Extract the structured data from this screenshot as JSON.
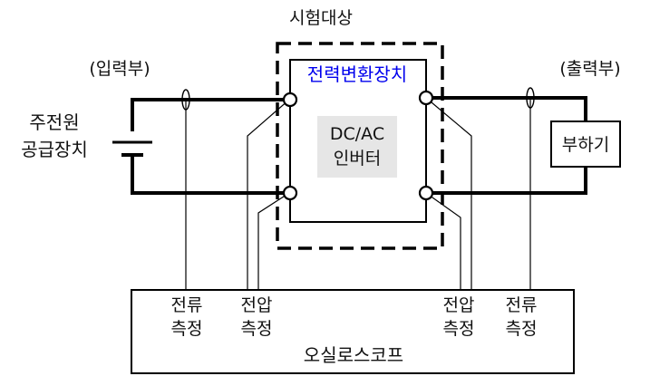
{
  "test_target_label": "시험대상",
  "input_section_label": "(입력부)",
  "output_section_label": "(출력부)",
  "main_power": {
    "line1": "주전원",
    "line2": "공급장치"
  },
  "converter_label": "전력변환장치",
  "dcac": {
    "line1": "DC/AC",
    "line2": "인버터"
  },
  "load_label": "부하기",
  "oscilloscope": {
    "label": "오실로스코프",
    "channels": [
      {
        "line1": "전류",
        "line2": "측정"
      },
      {
        "line1": "전압",
        "line2": "측정"
      },
      {
        "line1": "전압",
        "line2": "측정"
      },
      {
        "line1": "전류",
        "line2": "측정"
      }
    ]
  },
  "colors": {
    "converter_title": "#0000ee",
    "line": "#000000",
    "dcac_fill": "#e6e6e6"
  }
}
